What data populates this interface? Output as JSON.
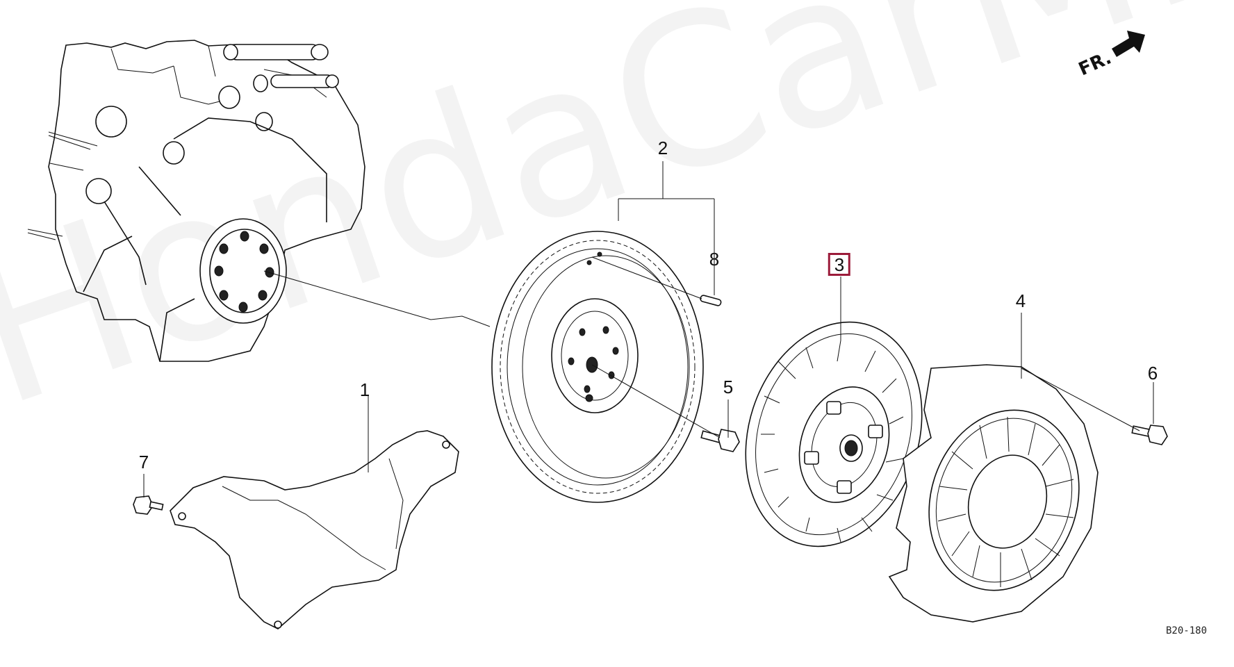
{
  "watermark": "HondaCarMine.ru",
  "direction_indicator": {
    "label": "FR.",
    "icon": "front-arrow-icon"
  },
  "diagram_code": "B20-180",
  "highlight_color": "#9b1b3a",
  "callouts": [
    {
      "id": "1",
      "label": "1",
      "highlighted": false
    },
    {
      "id": "2",
      "label": "2",
      "highlighted": false
    },
    {
      "id": "3",
      "label": "3",
      "highlighted": true
    },
    {
      "id": "4",
      "label": "4",
      "highlighted": false
    },
    {
      "id": "5",
      "label": "5",
      "highlighted": false
    },
    {
      "id": "6",
      "label": "6",
      "highlighted": false
    },
    {
      "id": "7",
      "label": "7",
      "highlighted": false
    },
    {
      "id": "8",
      "label": "8",
      "highlighted": false
    }
  ]
}
